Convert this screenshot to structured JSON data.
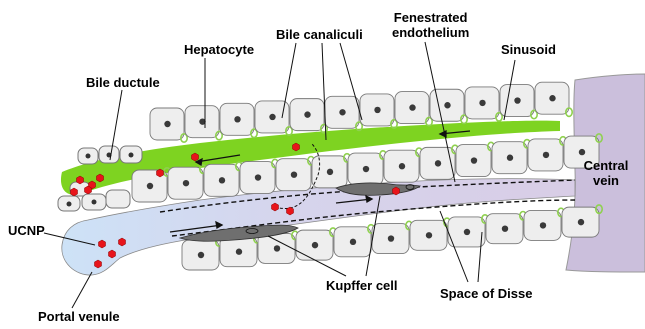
{
  "labels": {
    "hepatocyte": "Hepatocyte",
    "bile_canaliculi": "Bile canaliculi",
    "fenestrated_line1": "Fenestrated",
    "fenestrated_line2": "endothelium",
    "sinusoid": "Sinusoid",
    "bile_ductule": "Bile ductule",
    "central_vein_line1": "Central",
    "central_vein_line2": "vein",
    "ucnp": "UCNP",
    "kupffer_cell": "Kupffer cell",
    "space_of_disse": "Space of Disse",
    "portal_venule": "Portal venule"
  },
  "colors": {
    "bile_green": "#7ed321",
    "central_vein": "#cbbfdc",
    "sinusoid_purple": "#d8cde6",
    "portal_blue": "#cde2f7",
    "hepatocyte_fill": "#eeeeee",
    "nucleus": "#3a3a3a",
    "canaliculus_ring": "#8fd14f",
    "ucnp_red": "#e8141b",
    "kupffer_gray": "#6f6f6f"
  }
}
